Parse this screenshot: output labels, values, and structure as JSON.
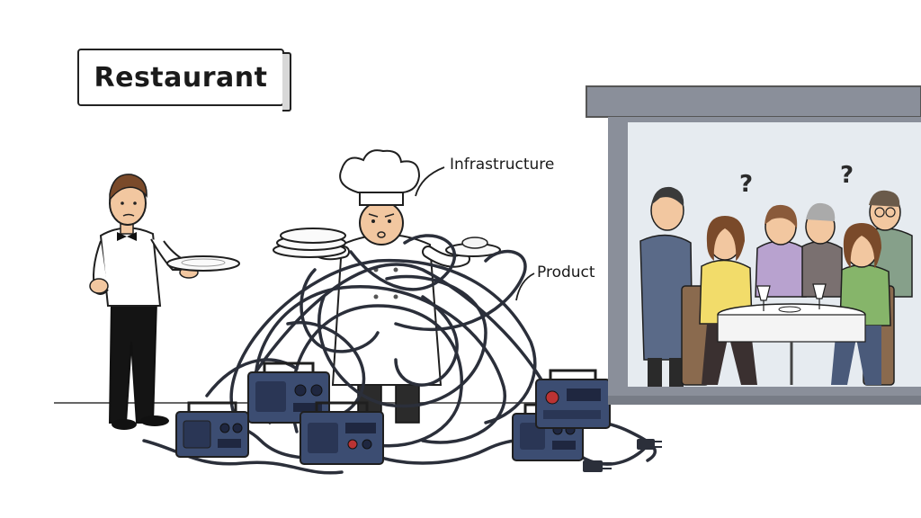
{
  "sign": {
    "text": "Restaurant"
  },
  "labels": {
    "infrastructure": "Infrastructure",
    "product": "Product"
  },
  "question_marks": [
    "?",
    "?"
  ],
  "colors": {
    "outline": "#1f1f1f",
    "cable": "#2b2f3a",
    "generator": "#3c4d72",
    "window_frame": "#8a8f9a",
    "window_glass": "#e6ebf0",
    "waiter_pants": "#141414",
    "hair": "#7a4a2a",
    "skin": "#f2c7a0",
    "sweater_yellow": "#f2dc6a",
    "sweater_purple": "#b8a2cf",
    "sweater_green": "#86b56a",
    "shirt_blue": "#5a6a88"
  },
  "icons": [
    "chef-hat-icon",
    "plate-icon",
    "generator-icon",
    "plug-icon",
    "wine-glass-icon",
    "bowtie-icon"
  ]
}
